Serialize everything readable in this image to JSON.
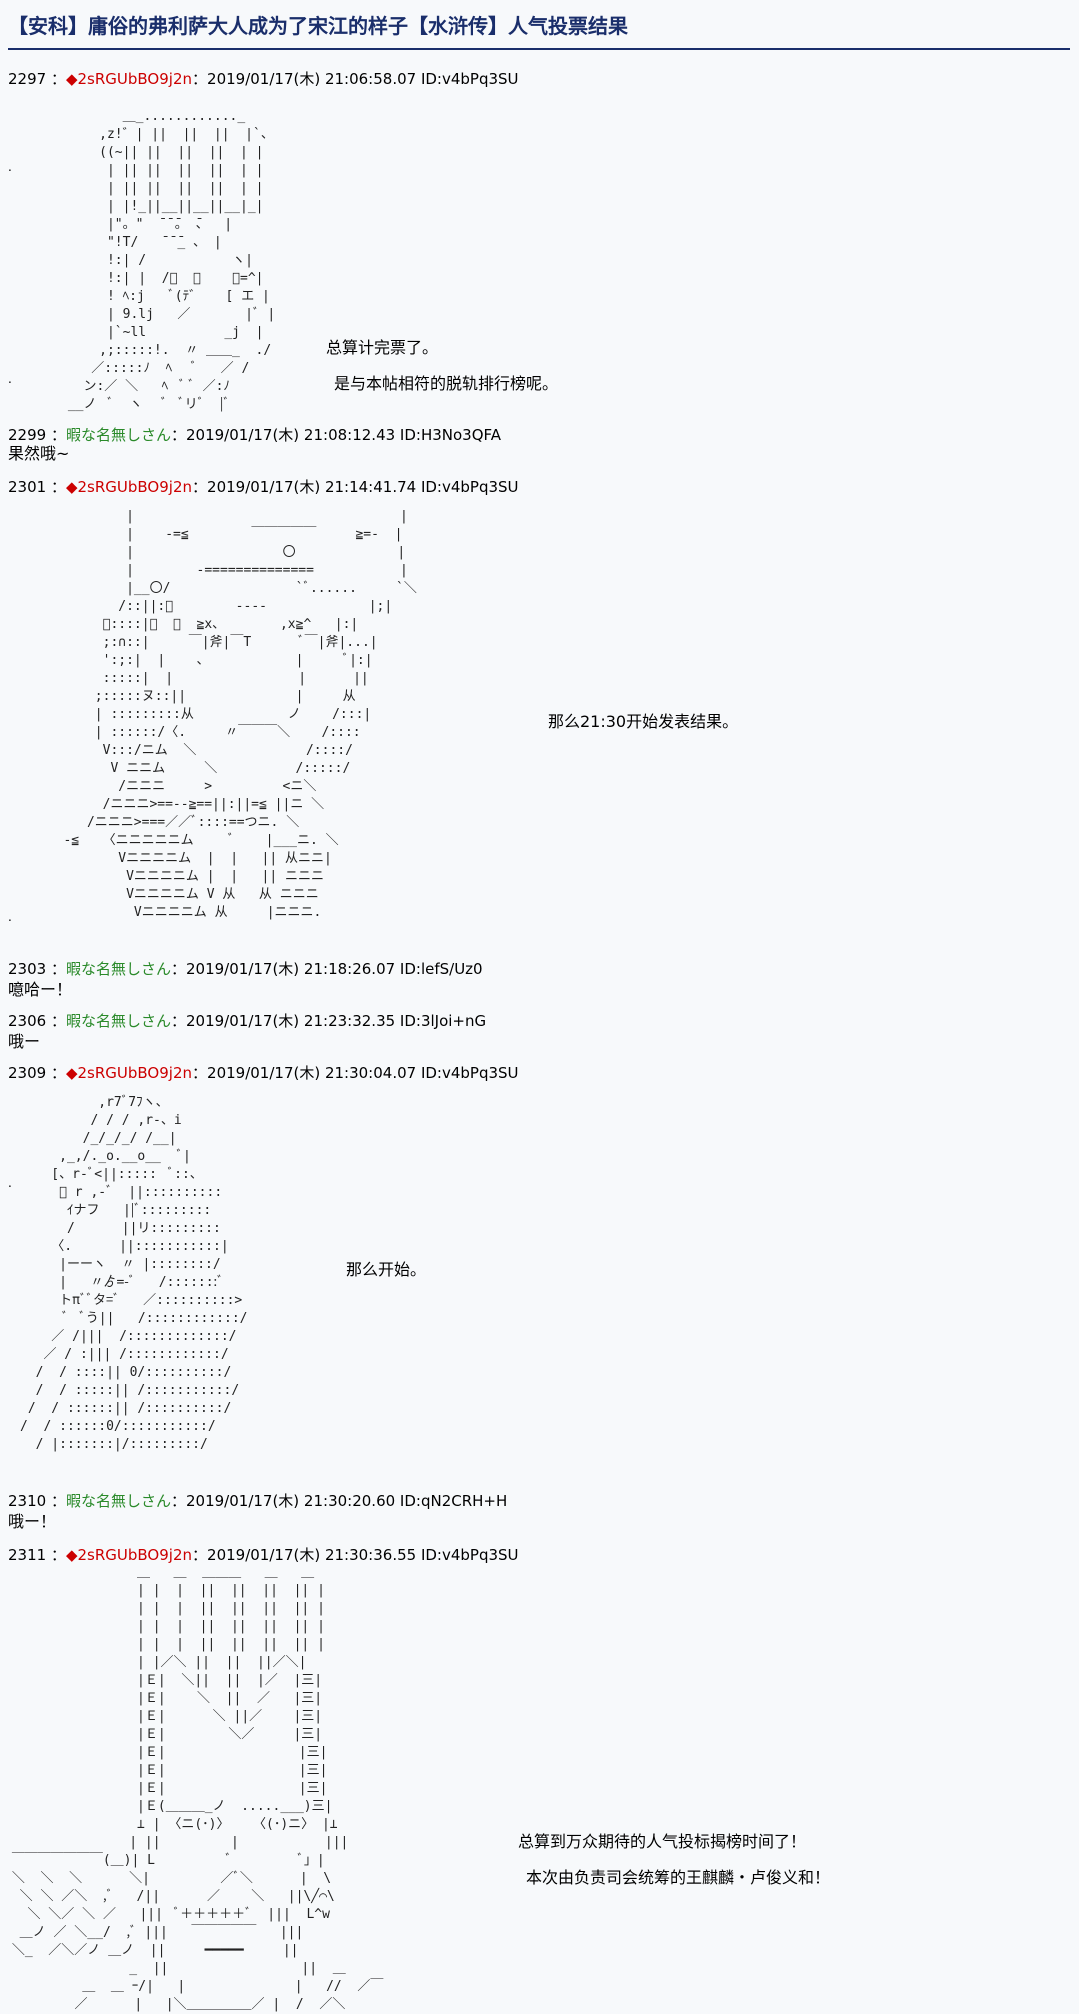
{
  "title": "【安科】庸俗的弗利萨大人成为了宋江的样子【水浒传】人气投票结果",
  "posts": [
    {
      "num": "2297",
      "name": "◆2sRGUbBO9j2n",
      "date": "2019/01/17(木) 21:06:58.07 ID:v4bPq3SU",
      "side": [
        "总算计完票了。",
        "是与本帖相符的脱轨排行榜呢。"
      ]
    },
    {
      "num": "2299",
      "name": "暇な名無しさん",
      "date": "2019/01/17(木) 21:08:12.43 ID:H3No3QFA",
      "body": "果然哦~"
    },
    {
      "num": "2301",
      "name": "◆2sRGUbBO9j2n",
      "date": "2019/01/17(木) 21:14:41.74 ID:v4bPq3SU",
      "side": [
        "那么21:30开始发表结果。"
      ]
    },
    {
      "num": "2303",
      "name": "暇な名無しさん",
      "date": "2019/01/17(木) 21:18:26.07 ID:lefS/Uz0",
      "body": "噫哈ー！"
    },
    {
      "num": "2306",
      "name": "暇な名無しさん",
      "date": "2019/01/17(木) 21:23:32.35 ID:3lJoi+nG",
      "body": "哦ー"
    },
    {
      "num": "2309",
      "name": "◆2sRGUbBO9j2n",
      "date": "2019/01/17(木) 21:30:04.07 ID:v4bPq3SU",
      "side": [
        "那么开始。"
      ]
    },
    {
      "num": "2310",
      "name": "暇な名無しさん",
      "date": "2019/01/17(木) 21:30:20.60 ID:qN2CRH+H",
      "body": "哦ー！"
    },
    {
      "num": "2311",
      "name": "◆2sRGUbBO9j2n",
      "date": "2019/01/17(木) 21:30:36.55 ID:v4bPq3SU",
      "side": [
        "总算到万众期待的人气投标揭榜时间了！",
        "本次由负责司会统筹的王麒麟・卢俊义和！"
      ]
    }
  ],
  "art": {
    "a1": "        ＿_............_\n     ,z!゛| ||  ||  ||  |`、\n     ((~|| ||  ||  ||  | |\n      | || ||  ||  ||  | |\n      | || ||  ||  ||  | |\n      | |!_||__||__||__|_|\n      |\"。\"  ̄ ̄ ̄。 ̄、  |\n      \"!T/   ̄ ̄ ̄_ 、 |\n      !:| /           ヽ|\n      !:| |  /ﾞ  、    ＿=^|\n      ! ﾍ:j   ﾞ(ﾃ゛   [ エ |\n      | 9.lj   ／       |ﾞ |\n      |`~ll          _j  |\n     ,;:::::!.  〃 ＿＿_  ./\n    ／:::::ﾉ  ﾍ   ﾞ   ／ /\n   ン:／ ＼   ﾍ  ﾞ ﾞ ／:ﾉ\n __ノ  ﾞ  ヽ   ﾞ  ﾞリﾞ  |ﾞ",
    "a2": "           |                                  |\n           |    -=≦        ￣￣￣￣￣     ≧=-  |\n           |                   〇             |\n           |        -==============           |\n           |__〇/                `ﾞ......     `＼\n          /::||:ﾞ        ----             |;|\n        ﾞ::::|ﾞ  ／  ≧x、       ,x≧^   |:|\n        ;:∩::|     ￣|斧|￣T      ﾞ￣|斧|...|\n        ':;:|  |    、           |     ﾞ|:|\n        :::::|  |                |      ||\n       ;:::::ヌ::||              |     从\n       | :::::::::从            ノ    /:::|\n       | ::::::/〈.     〃￣￣￣＼    /::::\n        V:::/ニム  ＼              /::::/\n         V ニニム     ＼          /:::::/\n          /ニニニ     >         <ニ＼\n        /ニニニ>==--≧==||:||=≦ ||ニ ＼\n      /ニニニ>===／／ﾞ::::==つニ. ＼\n   -≦   〈ニニニニニム     ﾞ    |___ニ. ＼\n          Vニニニニム  |  |   || 从ニニ|\n           Vニニニニム |  |   || ニニニ\n           Vニニニニム V 从   从 ニニニ\n            Vニニニニム 从     |ニニニ.",
    "a3": "          ,r7ﾞ7ﾌヽ、\n         / / / ,r-、i\n        /_/_/_/ /__|\n     ,_,/._o.__o__  ﾞ|\n    [、r-ﾞ<||:::::  ﾞ::、\n     ﾞ r ,-ﾞ  ||::::::::::\n      ｲナフ   ||ﾞ:::::::::\n      /      ||リ:::::::::\n    〈.      ||:::::::::::|\n     |ーーヽ  〃 |::::::::/\n     |   〃ゟ=-ﾞ   /:::::::ﾞ\n     トπﾞﾞタ=ﾞ   ／::::::::::>\n      ﾞ  ﾞう||   /::::::::::::/\n    ／ /|||  /:::::::::::::/\n   ／ / :||| /::::::::::::/\n  /  / ::::|| 0/::::::::::/\n  /  / :::::|| /:::::::::::/\n /  / ::::::|| /::::::::::/\n/  / ::::::0/:::::::::::/\n  / |:::::::|/:::::::::/",
    "a4": "                 ＿   ＿  ＿＿＿   ＿   ＿\n                 | |  |  ||  ||  ||  || |\n                 | |  |  ||  ||  ||  || |\n                 | |  |  ||  ||  ||  || |\n                 | |  |  ||  ||  ||  || |\n                 | |／＼ ||  ||  ||／＼|\n                 |Ｅ|  ＼||  ||  |／  |三|\n                 |Ｅ|    ＼  ||  ／   |三|\n                 |Ｅ|      ＼ ||／    |三|\n                 |Ｅ|        ＼／     |三|\n                 |Ｅ|                 |三|\n                 |Ｅ|                 |三|\n                 |Ｅ|                 |三|\n                 |Ｅ(＿＿＿_ノ  .....___)三|\n                 ⊥ | 〈ニ(･)〉   〈(･)ニ〉 |⊥\n                | ||         |           |||\n ￣￣￣￣￣￣￣(＿)| L         ﾞ         ﾞ」|\n ＼  ＼  ＼      ＼|         ／ﾞ＼      |  \\\n  ＼ ＼ ／＼  ,ﾞ   /||      ／    ＼   ||\\╱⌒\\\n   ＼ ＼／ ＼ ／   |||  ﾞ＋＋＋＋＋ﾞ  |||  L^w\n  ＿ノ ／ ＼__/  ,ﾞ |||   ￣￣￣￣￣   |||\n ＼_  ／＼／ノ ＿ノ  ||     ━━━━━     ||\n                _  ||                 ||  ＿\n          ＿  ＿ ｰ/|   |              |   //  ／￣\n         ／      |   |＼＿＿＿＿＿／ |  /  ／＼"
  }
}
